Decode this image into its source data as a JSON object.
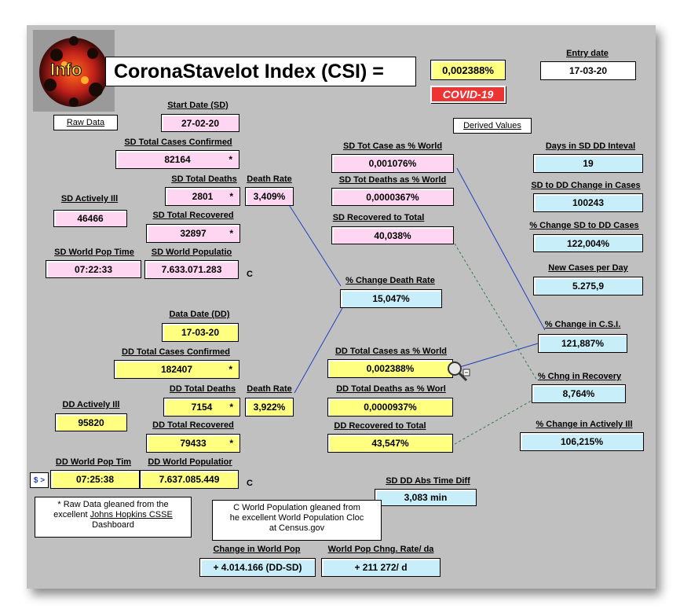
{
  "header": {
    "logo_text": "Info",
    "title": "CoronaStavelot Index (CSI) =",
    "csi_value": "0,002388%",
    "badge": "COVID-19",
    "entry_date_label": "Entry date",
    "entry_date_value": "17-03-20"
  },
  "buttons": {
    "raw_data": "Raw Data",
    "derived_values": "Derived Values",
    "nav": "$ >"
  },
  "sd": {
    "start_date_label": "Start Date (SD)",
    "start_date_value": "27-02-20",
    "total_cases_label": "SD Total Cases Confirmed",
    "total_cases_value": "82164",
    "total_deaths_label": "SD Total Deaths",
    "total_deaths_value": "2801",
    "death_rate_label": "Death Rate",
    "death_rate_value": "3,409%",
    "actively_ill_label": "SD Actively Ill",
    "actively_ill_value": "46466",
    "total_recovered_label": "SD Total Recovered",
    "total_recovered_value": "32897",
    "world_pop_time_label": "SD World Pop Time",
    "world_pop_time_value": "07:22:33",
    "world_pop_label": "SD World Populatio",
    "world_pop_value": "7.633.071.283",
    "tot_case_pct_label": "SD Tot Case as % World",
    "tot_case_pct_value": "0,001076%",
    "tot_deaths_pct_label": "SD Tot Deaths as % World",
    "tot_deaths_pct_value": "0,0000367%",
    "recovered_total_label": "SD Recovered to Total",
    "recovered_total_value": "40,038%"
  },
  "dd": {
    "data_date_label": "Data Date (DD)",
    "data_date_value": "17-03-20",
    "total_cases_label": "DD Total Cases Confirmed",
    "total_cases_value": "182407",
    "total_deaths_label": "DD Total Deaths",
    "total_deaths_value": "7154",
    "death_rate_label": "Death Rate",
    "death_rate_value": "3,922%",
    "actively_ill_label": "DD Actively Ill",
    "actively_ill_value": "95820",
    "total_recovered_label": "DD Total Recovered",
    "total_recovered_value": "79433",
    "world_pop_time_label": "DD World Pop Tim",
    "world_pop_time_value": "07:25:38",
    "world_pop_label": "DD World Populatior",
    "world_pop_value": "7.637.085.449",
    "tot_case_pct_label": "DD Total Cases as % World",
    "tot_case_pct_value": "0,002388%",
    "tot_deaths_pct_label": "DD Total Deaths as % Worl",
    "tot_deaths_pct_value": "0,0000937%",
    "recovered_total_label": "DD Recovered to Total",
    "recovered_total_value": "43,547%"
  },
  "derived": {
    "days_label": "Days in SD DD Inteval",
    "days_value": "19",
    "change_cases_label": "SD to DD Change in Cases",
    "change_cases_value": "100243",
    "pct_change_cases_label": "% Change SD to DD Cases",
    "pct_change_cases_value": "122,004%",
    "new_cases_day_label": "New Cases per Day",
    "new_cases_day_value": "5.275,9",
    "pct_change_csi_label": "% Change in C.S.I.",
    "pct_change_csi_value": "121,887%",
    "pct_chng_recovery_label": "% Chng in Recovery",
    "pct_chng_recovery_value": "8,764%",
    "pct_change_ill_label": "% Change in Actively Ill",
    "pct_change_ill_value": "106,215%",
    "pct_change_death_rate_label": "% Change Death Rate",
    "pct_change_death_rate_value": "15,047%",
    "abs_time_label": "SD DD Abs Time Diff",
    "abs_time_value": "3,083 min",
    "change_world_pop_label": "Change in World Pop",
    "change_world_pop_value": "+ 4.014.166 (DD-SD)",
    "world_pop_rate_label": "World Pop Chng. Rate/ da",
    "world_pop_rate_value": "+ 211 272/ d"
  },
  "marks": {
    "star": "*",
    "c": "C"
  },
  "notes": {
    "raw_line1": "* Raw Data gleaned from the",
    "raw_line2_prefix": "excellent ",
    "raw_link": "Johns Hopkins CSSE",
    "raw_line3": "Dashboard",
    "pop_line1": "C  World Population gleaned from",
    "pop_line2": "he excellent World Population Cloc",
    "pop_line3": "at Census.gov"
  },
  "colors": {
    "sheet_bg": "#c0c0c0",
    "sd_cell": "#ffd6f2",
    "dd_cell": "#ffff80",
    "derived_cell": "#c8eefa",
    "badge_red": "#ee3333",
    "line_blue": "#1f3fbf",
    "line_green": "#2e7d4f"
  }
}
